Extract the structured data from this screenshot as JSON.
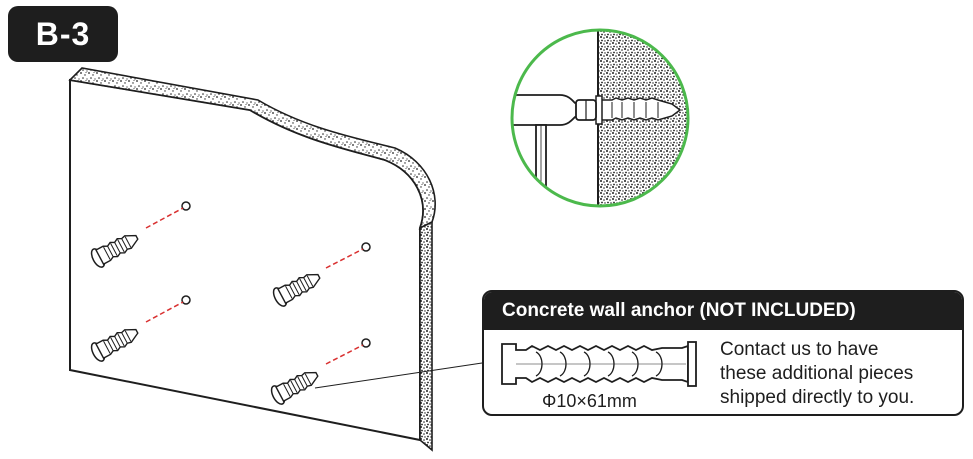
{
  "step": {
    "label": "B-3"
  },
  "callout": {
    "title": "Concrete wall anchor (NOT INCLUDED)",
    "description_lines": [
      "Contact us to have",
      "these additional pieces",
      "shipped directly to you."
    ],
    "dimension": "Φ10×61mm"
  },
  "colors": {
    "dark": "#1e1e1e",
    "detail_circle": "#4cb94c",
    "drill_line": "#d93030"
  },
  "icons": {
    "anchor": "wall-anchor-icon",
    "detail": "detail-magnifier"
  }
}
